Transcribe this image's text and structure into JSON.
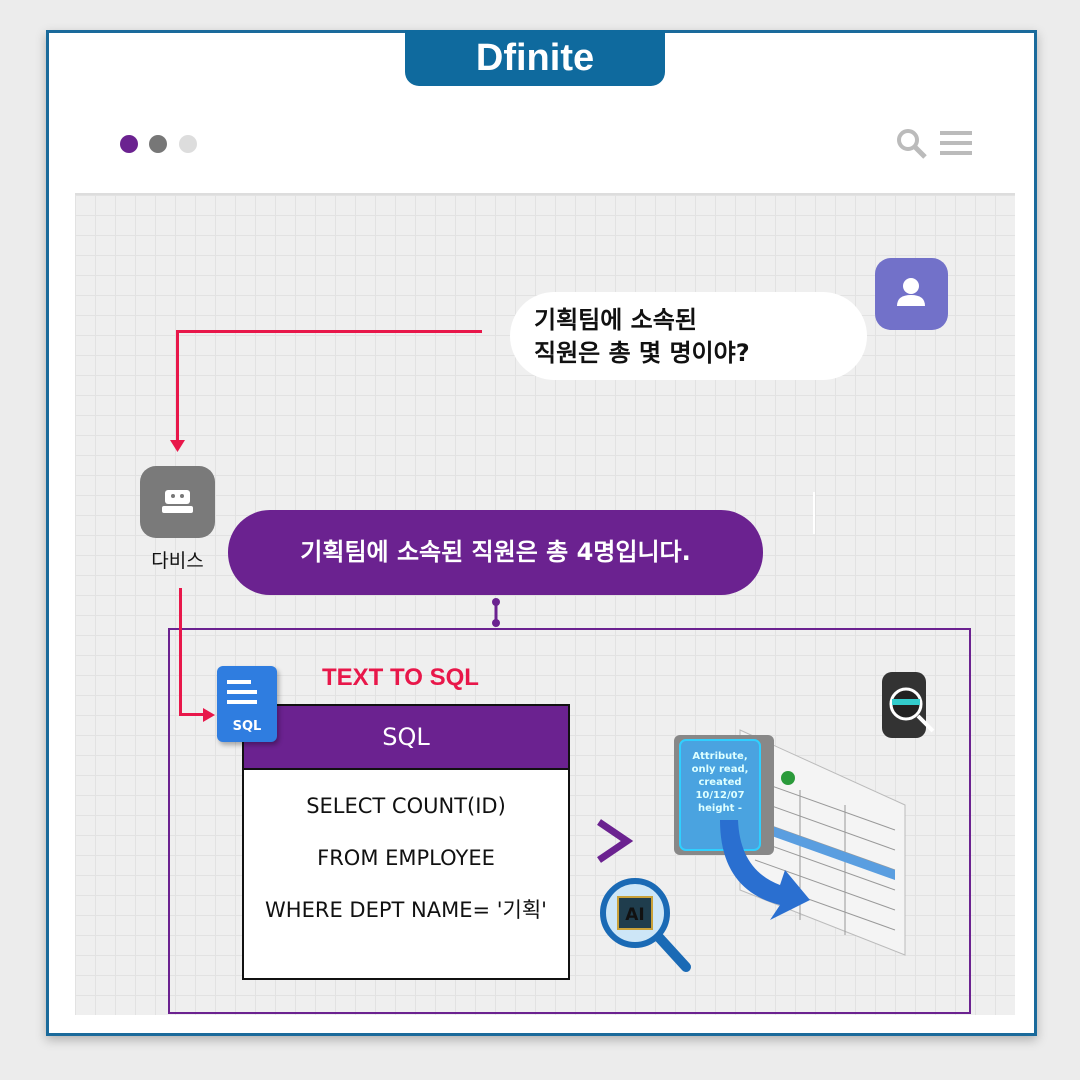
{
  "brand": {
    "logo": "Dfinite",
    "color": "#0f6a9e"
  },
  "window": {
    "dots": [
      "#6b2290",
      "#777777",
      "#dddddd"
    ],
    "icons": [
      "search-icon",
      "menu-icon"
    ]
  },
  "chat": {
    "user_question": [
      "기획팀에 소속된",
      "직원은 총 몇 명이야?"
    ],
    "bot_name": "다비스",
    "bot_answer": "기획팀에 소속된 직원은 총 4명입니다."
  },
  "sql": {
    "section_label": "TEXT TO SQL",
    "file_icon_label": "SQL",
    "header": "SQL",
    "lines": [
      "SELECT COUNT(ID)",
      "FROM EMPLOYEE",
      "WHERE DEPT NAME= '기획'"
    ]
  },
  "illustration": {
    "ai_label": "AI",
    "card_text": "Attribute, only read, created 10/12/07 height -"
  },
  "colors": {
    "accent": "#6b2290",
    "arrow": "#e8174a",
    "frame": "#1a6a9b"
  }
}
